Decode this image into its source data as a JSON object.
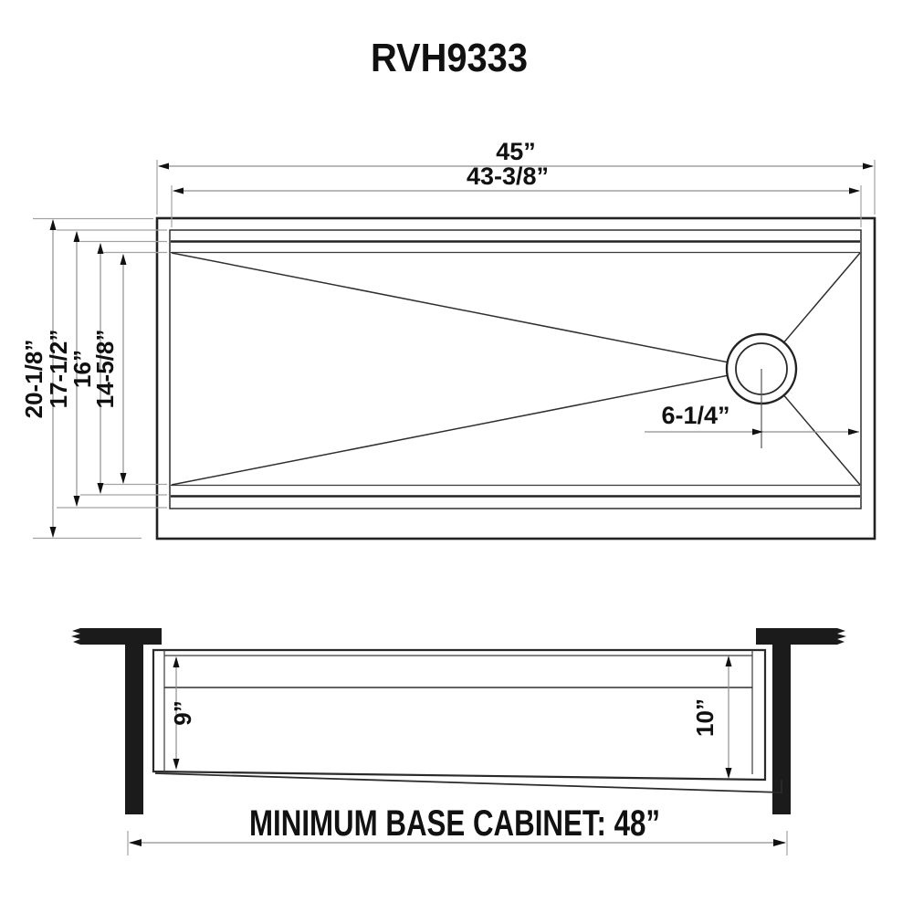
{
  "title": "RVH9333",
  "top_view": {
    "width_overall": "45”",
    "width_inner": "43-3/8”",
    "depth_overall": "20-1/8”",
    "depth_inner": "17-1/2”",
    "depth_ledge": "16”",
    "depth_basin": "14-5/8”",
    "drain_offset": "6-1/4”"
  },
  "side_view": {
    "depth_front": "9”",
    "depth_back": "10”",
    "base_cabinet_note": "MINIMUM BASE CABINET: 48”"
  },
  "colors": {
    "line": "#2f2f2f",
    "dimension_line": "#8f8f8f",
    "extension_line": "#a3a3a3",
    "solid_fill": "#1b1b1b",
    "background": "#ffffff"
  }
}
